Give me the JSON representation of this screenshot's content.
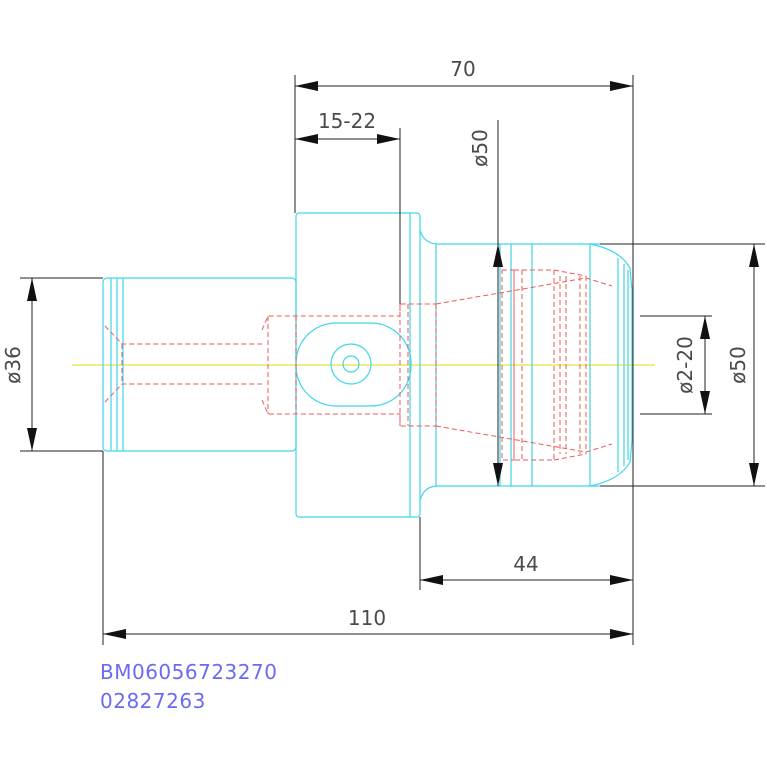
{
  "dimensions": {
    "length_top": "70",
    "range_top": "15-22",
    "dia_left": "ø36",
    "dia_mid": "ø50",
    "dia_right": "ø50",
    "collet_range": "ø2-20",
    "length_44": "44",
    "length_110": "110"
  },
  "codes": {
    "line1": "BM06056723270",
    "line2": "02827263"
  },
  "colors": {
    "outline": "#3fd6ea",
    "hidden": "#ef5a5a",
    "dimension": "#222222",
    "centerline": "#e8e23a",
    "code_text": "#6b6bf0"
  }
}
